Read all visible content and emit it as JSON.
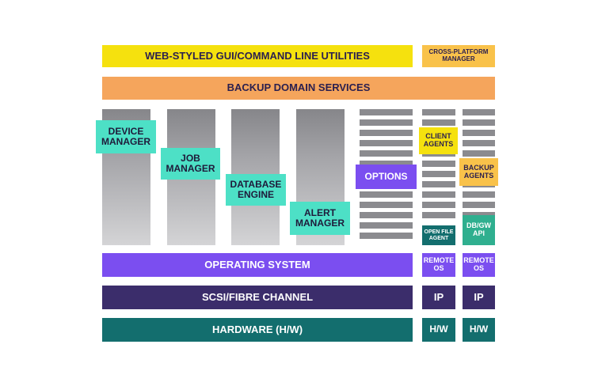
{
  "layers": {
    "gui": "WEB-STYLED GUI/COMMAND LINE UTILITIES",
    "cross_platform": "CROSS-PLATFORM\nMANAGER",
    "backup_domain": "BACKUP DOMAIN SERVICES",
    "os": "OPERATING SYSTEM",
    "scsi": "SCSI/FIBRE CHANNEL",
    "hardware": "HARDWARE (H/W)"
  },
  "components": {
    "device_manager": "DEVICE\nMANAGER",
    "job_manager": "JOB\nMANAGER",
    "database_engine": "DATABASE\nENGINE",
    "alert_manager": "ALERT\nMANAGER",
    "options": "OPTIONS",
    "client_agents": "CLIENT\nAGENTS",
    "backup_agents": "BACKUP\nAGENTS",
    "open_file_agent": "OPEN FILE\nAGENT",
    "db_gw_api": "DB/GW\nAPI"
  },
  "remote": {
    "remote_os_1": "REMOTE\nOS",
    "remote_os_2": "REMOTE\nOS",
    "ip_1": "IP",
    "ip_2": "IP",
    "hw_1": "H/W",
    "hw_2": "H/W"
  },
  "colors": {
    "yellow": "#f5e10e",
    "orange": "#f5a55c",
    "purple": "#7b4ef0",
    "navy": "#3b2d6b",
    "teal": "#136e6e",
    "mint": "#4de0c6"
  }
}
